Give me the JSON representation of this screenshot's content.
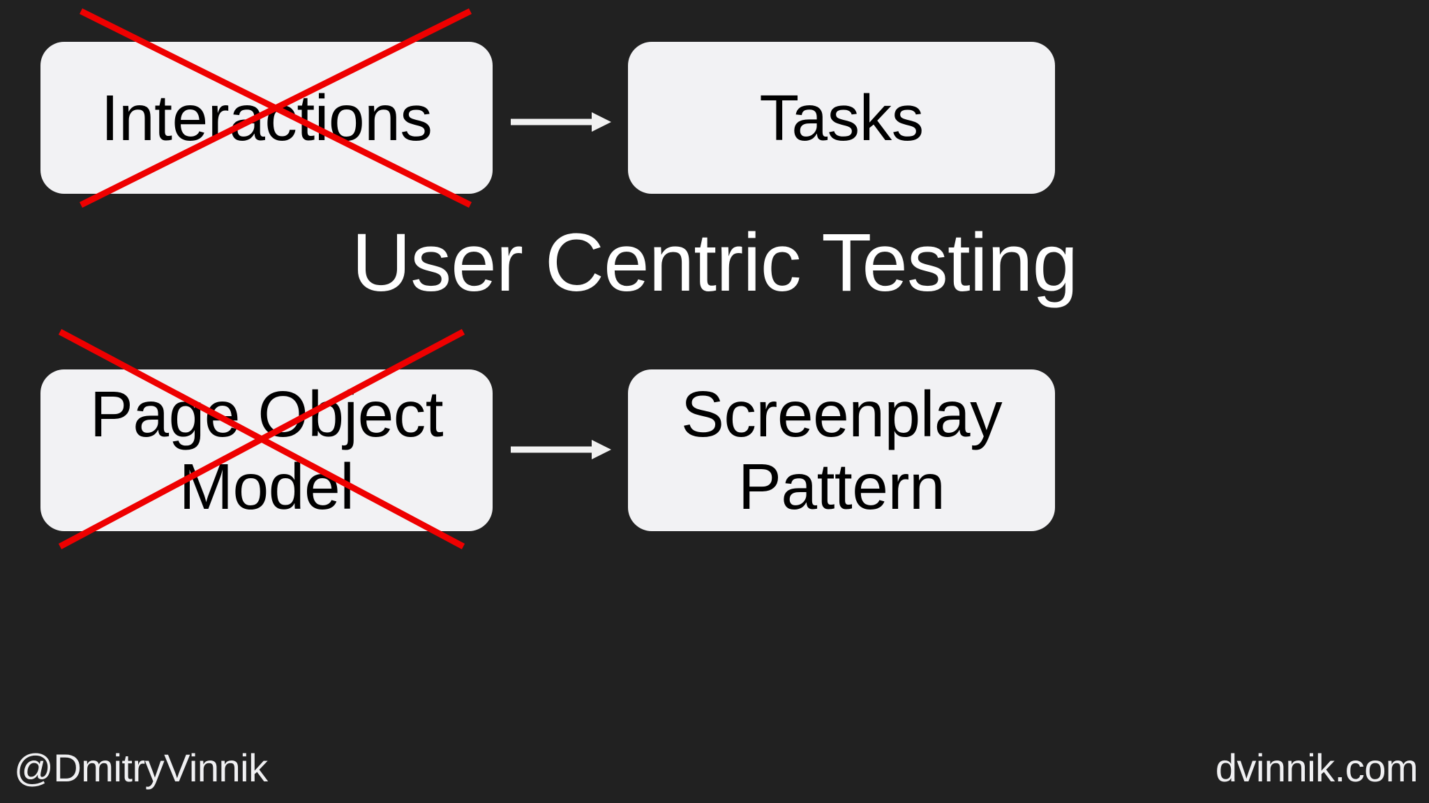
{
  "slide": {
    "background_color": "#212121",
    "card_color": "#f2f2f4",
    "card_text_color": "#000000",
    "headline_color": "#ffffff",
    "strike_color": "#ee0000",
    "arrow_color": "#f2f2f2",
    "headline": "User Centric Testing"
  },
  "rows": [
    {
      "from": {
        "label": "Interactions",
        "struck_out": true
      },
      "connector": "right-arrow-icon",
      "to": {
        "label": "Tasks",
        "struck_out": false
      }
    },
    {
      "from": {
        "label": "Page Object\nModel",
        "struck_out": true
      },
      "connector": "right-arrow-icon",
      "to": {
        "label": "Screenplay\nPattern",
        "struck_out": false
      }
    }
  ],
  "footer": {
    "handle": "@DmitryVinnik",
    "website": "dvinnik.com"
  },
  "icons": {
    "arrow": "right-arrow-icon",
    "cross": "red-cross-out-icon"
  }
}
